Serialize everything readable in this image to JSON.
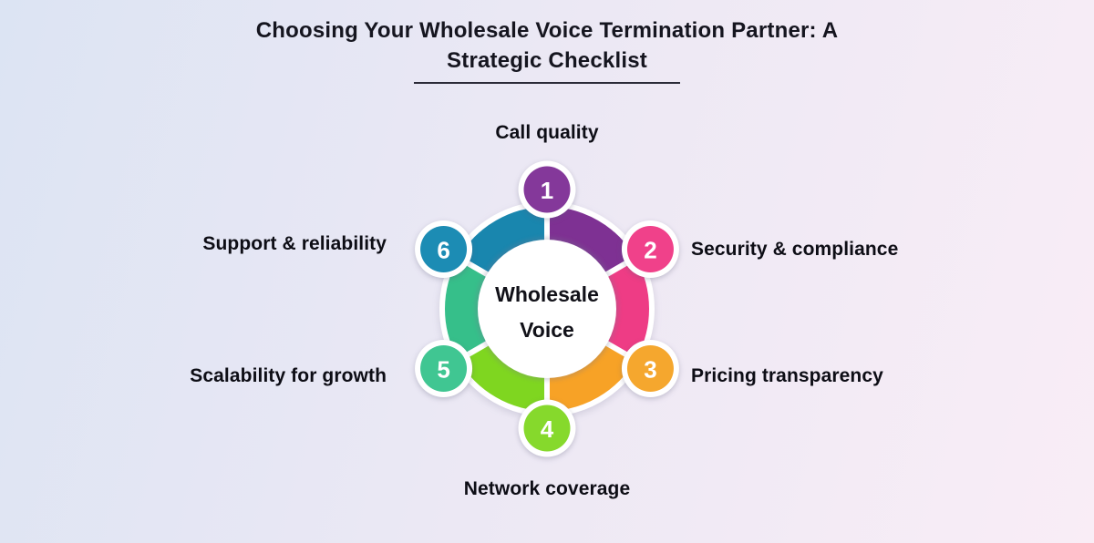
{
  "title": {
    "line1": "Choosing Your Wholesale Voice Termination Partner: A",
    "line2": "Strategic Checklist"
  },
  "hub": {
    "line1": "Wholesale",
    "line2": "Voice"
  },
  "segments": [
    {
      "number": "1",
      "label": "Call quality",
      "color": "#7e3193",
      "badge_color": "#84389a"
    },
    {
      "number": "2",
      "label": "Security & compliance",
      "color": "#ee3c85",
      "badge_color": "#f0418a"
    },
    {
      "number": "3",
      "label": "Pricing transparency",
      "color": "#f7a226",
      "badge_color": "#f5a72e"
    },
    {
      "number": "4",
      "label": "Network coverage",
      "color": "#7fd620",
      "badge_color": "#86d92c"
    },
    {
      "number": "5",
      "label": "Scalability for growth",
      "color": "#36bf8a",
      "badge_color": "#40c692"
    },
    {
      "number": "6",
      "label": "Support & reliability",
      "color": "#1986ae",
      "badge_color": "#1c8cb4"
    }
  ],
  "colors": {
    "background_start": "#dce4f3",
    "background_mid": "#ebe8f4",
    "background_end": "#f9edf6",
    "title_text": "#15151f",
    "label_text": "#0d0d15",
    "badge_text": "#ffffff",
    "hub_fill": "#ffffff",
    "hub_text": "#111118",
    "divider": "#ffffff"
  }
}
